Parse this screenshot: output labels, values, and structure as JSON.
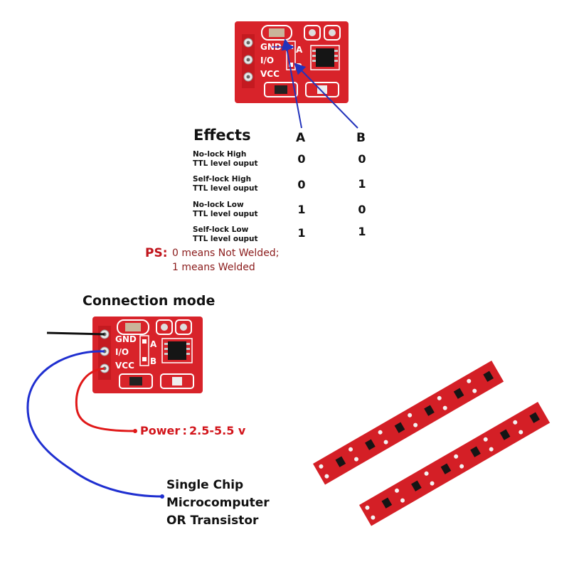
{
  "effects_table": {
    "title": "Effects",
    "columns": [
      "A",
      "B"
    ],
    "rows": [
      {
        "label_line1": "No-lock High",
        "label_line2": "TTL level ouput",
        "a": "0",
        "b": "0"
      },
      {
        "label_line1": "Self-lock High",
        "label_line2": "TTL level ouput",
        "a": "0",
        "b": "1"
      },
      {
        "label_line1": "No-lock Low",
        "label_line2": "TTL level ouput",
        "a": "1",
        "b": "0"
      },
      {
        "label_line1": "Self-lock Low",
        "label_line2": "TTL level ouput",
        "a": "1",
        "b": "1"
      }
    ]
  },
  "note": {
    "tag": "PS:",
    "line1": "0 means Not Welded;",
    "line2": "1 means Welded"
  },
  "connection": {
    "title": "Connection mode",
    "power_label": "Power : 2.5-5.5 v",
    "target_line1": "Single Chip",
    "target_line2": "Microcomputer",
    "target_line3": "OR Transistor"
  },
  "board": {
    "pin_gnd": "GND",
    "pin_io": "I/O",
    "pin_vcc": "VCC",
    "pad_a": "A",
    "pad_b": "B"
  },
  "colors": {
    "pcb_red": "#d8232a",
    "wire_blue": "#1f2fd0",
    "wire_red": "#e01818",
    "wire_black": "#111111",
    "arrow_blue": "#2233bb"
  }
}
